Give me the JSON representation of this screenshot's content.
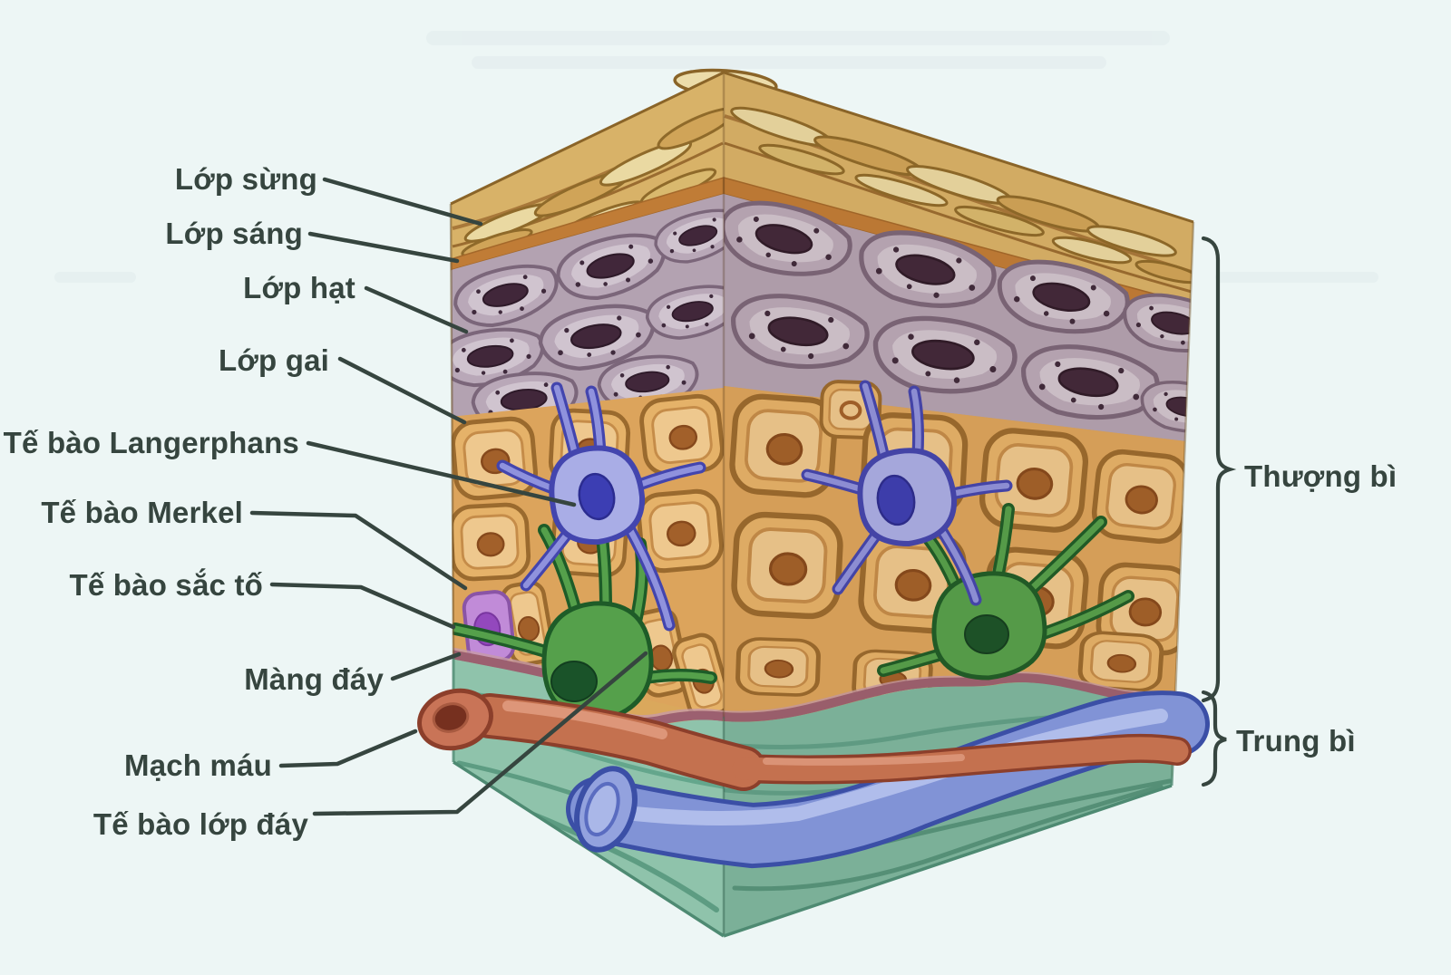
{
  "figure": {
    "description": "Skin layers block diagram (epidermis and dermis), Vietnamese textbook illustration",
    "labels": {
      "left": [
        {
          "id": "lop-sung",
          "text": "Lớp sừng"
        },
        {
          "id": "lop-sang",
          "text": "Lớp sáng"
        },
        {
          "id": "lop-hat",
          "text": "Lớp hạt"
        },
        {
          "id": "lop-gai",
          "text": "Lớp gai"
        },
        {
          "id": "te-bao-langerphans",
          "text": "Tế bào Langerphans"
        },
        {
          "id": "te-bao-merkel",
          "text": "Tế bào Merkel"
        },
        {
          "id": "te-bao-sac-to",
          "text": "Tế bào sắc tố"
        },
        {
          "id": "mang-day",
          "text": "Màng đáy"
        },
        {
          "id": "mach-mau",
          "text": "Mạch máu"
        },
        {
          "id": "te-bao-lop-day",
          "text": "Tế bào lớp đáy"
        }
      ],
      "right": [
        {
          "id": "thuong-bi",
          "text": "Thượng bì"
        },
        {
          "id": "trung-bi",
          "text": "Trung bì"
        }
      ]
    },
    "palette": {
      "background": "#edf6f5",
      "label_text": "#36453f",
      "leader_line": "#36453f",
      "corneum_flake_light": "#e9d8a4",
      "corneum_flake_dark": "#d2a85c",
      "stratum_lucidum_stripe": "#c07c36",
      "granulosum_cell": "#b3a2b1",
      "granulosum_nucleus": "#3c2335",
      "spinosum_cell": "#e5b269",
      "spinosum_nucleus": "#a2602a",
      "langerhans_cell": "#8487d8",
      "langerhans_nucleus": "#3c3eb3",
      "melanocyte_green": "#55a04b",
      "merkel_cell": "#c18bd8",
      "basement_membrane": "#9c6070",
      "dermis_teal": "#8fc3ab",
      "blood_vessel_red": "#c4714f",
      "blood_vessel_blue": "#7e90d2"
    }
  }
}
